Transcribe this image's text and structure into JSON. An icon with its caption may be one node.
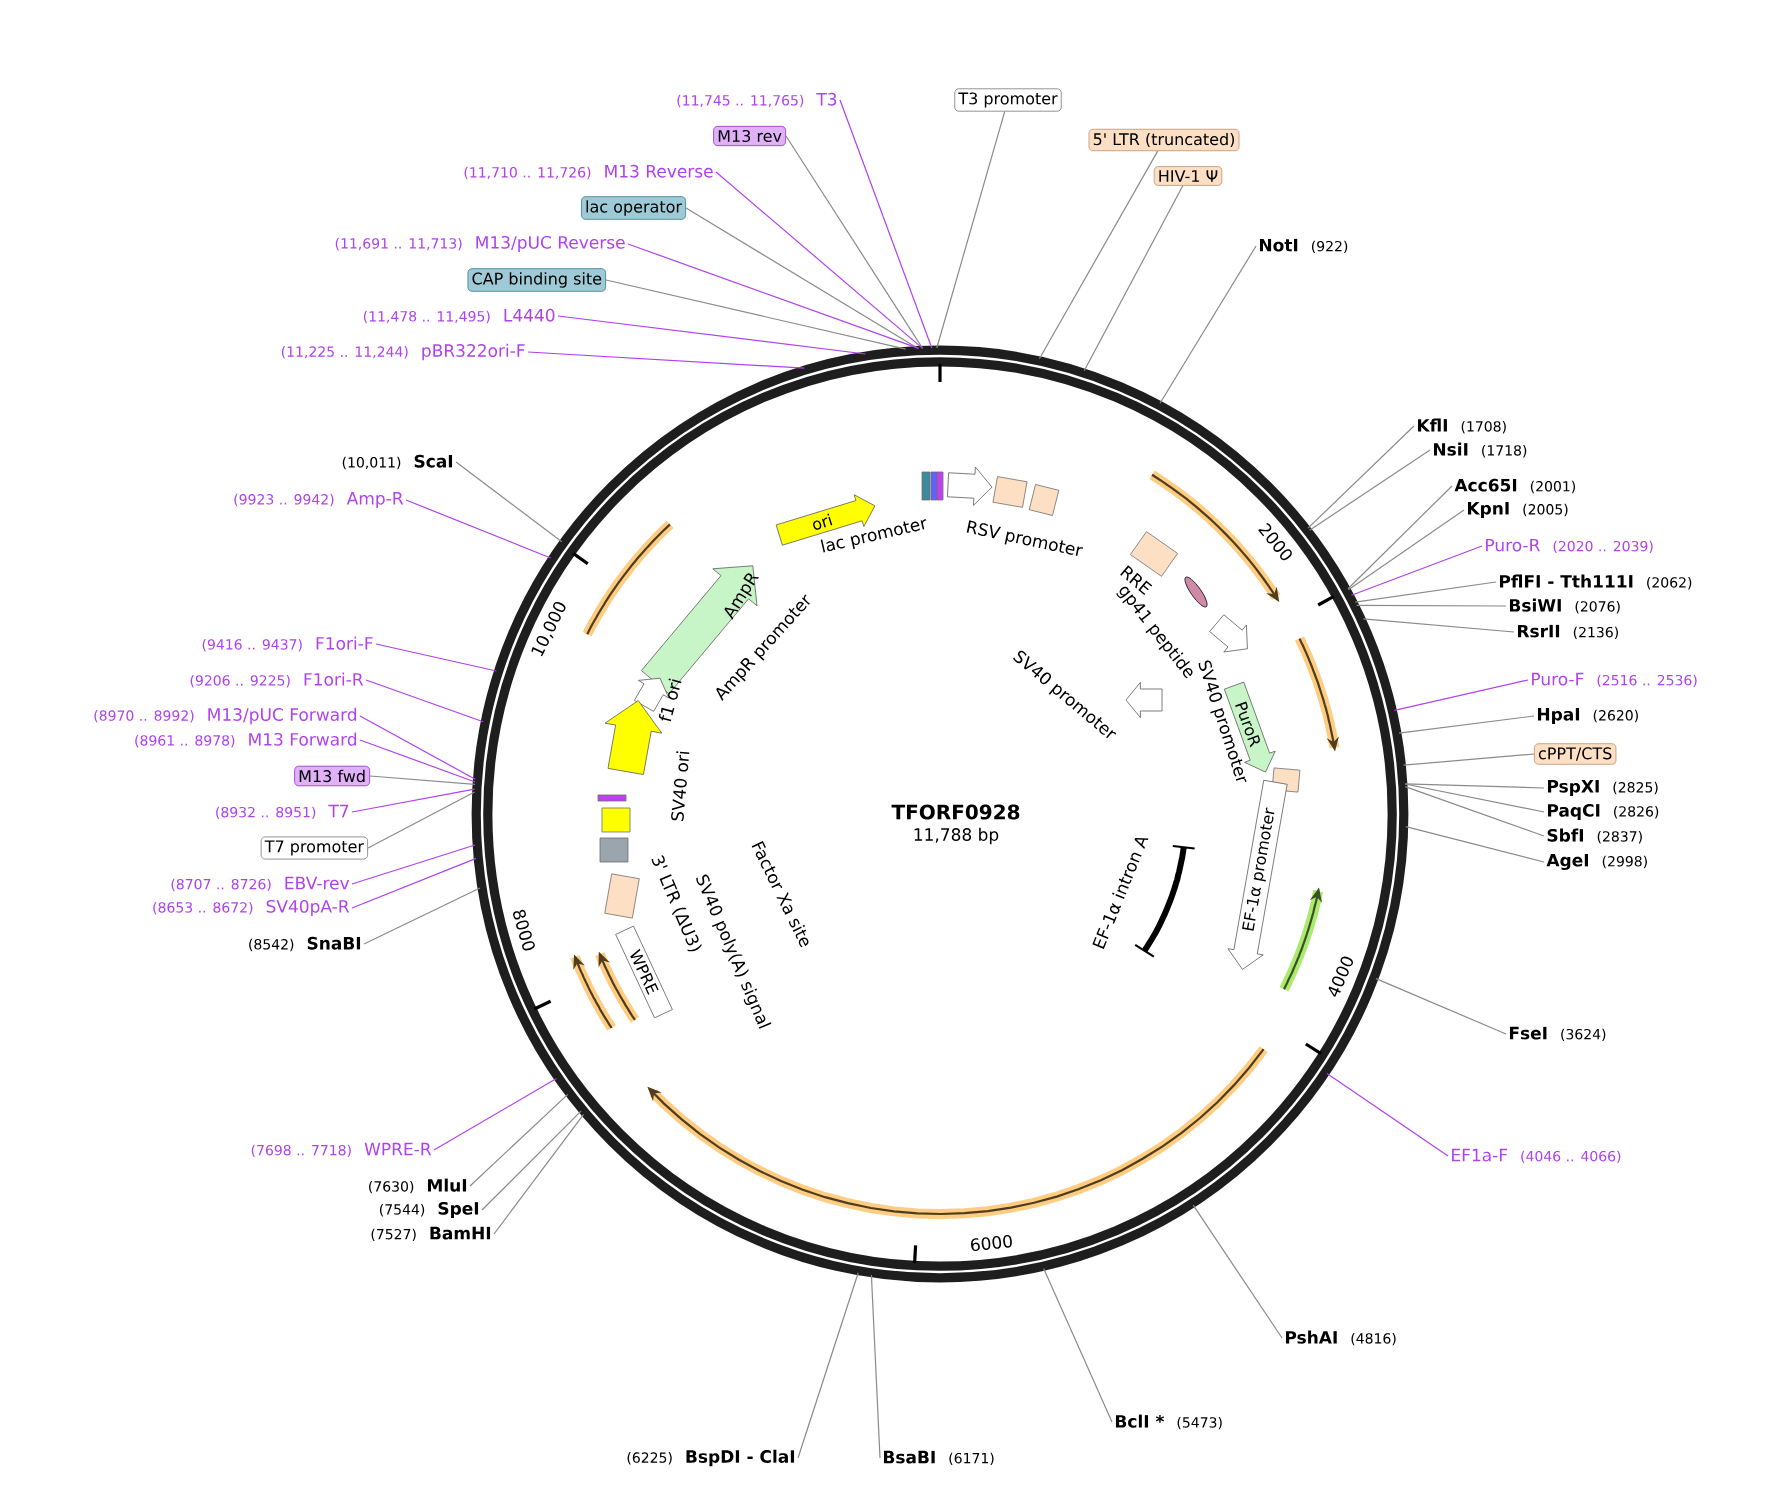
{
  "diagram": {
    "title": "TFORF0928",
    "nodes": [
      {
        "text": [
          "(11,745 .. 11,765)",
          "T3"
        ]
      },
      {
        "text": [
          "M13 rev"
        ]
      },
      {
        "text": [
          "(11,710 .. 11,726)",
          "M13 Reverse"
        ]
      },
      {
        "text": [
          "lac operator"
        ]
      },
      {
        "text": [
          "(11,691 .. 11,713)",
          "M13/pUC Reverse"
        ]
      },
      {
        "text": [
          "CAP binding site"
        ]
      },
      {
        "text": [
          "(11,478 .. 11,495)",
          "L4440"
        ]
      },
      {
        "text": [
          "(11,225 .. 11,244)",
          "pBR322ori-F"
        ]
      },
      {
        "text": [
          "T3 promoter"
        ]
      },
      {
        "text": [
          "5' LTR (truncated)"
        ]
      },
      {
        "text": [
          "HIV-1 Ψ"
        ]
      },
      {
        "text": [
          "NotI",
          "(922)"
        ]
      },
      {
        "text": [
          "KflI",
          "(1708)"
        ]
      },
      {
        "text": [
          "NsiI",
          "(1718)"
        ]
      },
      {
        "text": [
          "Acc65I",
          "(2001)"
        ]
      },
      {
        "text": [
          "KpnI",
          "(2005)"
        ]
      },
      {
        "text": [
          "Puro-R",
          "(2020 .. 2039)"
        ]
      },
      {
        "text": [
          "PflFI - Tth111I",
          "(2062)"
        ]
      },
      {
        "text": [
          "BsiWI",
          "(2076)"
        ]
      },
      {
        "text": [
          "RsrII",
          "(2136)"
        ]
      },
      {
        "text": [
          "Puro-F",
          "(2516 .. 2536)"
        ]
      },
      {
        "text": [
          "HpaI",
          "(2620)"
        ]
      },
      {
        "text": [
          "cPPT/CTS"
        ]
      },
      {
        "text": [
          "PspXI",
          "(2825)"
        ]
      },
      {
        "text": [
          "PaqCI",
          "(2826)"
        ]
      },
      {
        "text": [
          "SbfI",
          "(2837)"
        ]
      },
      {
        "text": [
          "AgeI",
          "(2998)"
        ]
      },
      {
        "text": [
          "FseI",
          "(3624)"
        ]
      },
      {
        "text": [
          "EF1a-F",
          "(4046 .. 4066)"
        ]
      },
      {
        "text": [
          "PshAI",
          "(4816)"
        ]
      },
      {
        "text": [
          "BclI *",
          "(5473)"
        ]
      },
      {
        "text": [
          "BsaBI",
          "(6171)"
        ]
      },
      {
        "text": [
          "(6225)",
          "BspDI - ClaI"
        ]
      },
      {
        "text": [
          "(7527)",
          "BamHI"
        ]
      },
      {
        "text": [
          "(7544)",
          "SpeI"
        ]
      },
      {
        "text": [
          "(7630)",
          "MluI"
        ]
      },
      {
        "text": [
          "(7698 .. 7718)",
          "WPRE-R"
        ]
      },
      {
        "text": [
          "(8542)",
          "SnaBI"
        ]
      },
      {
        "text": [
          "(8653 .. 8672)",
          "SV40pA-R"
        ]
      },
      {
        "text": [
          "(8707 .. 8726)",
          "EBV-rev"
        ]
      },
      {
        "text": [
          "T7 promoter"
        ]
      },
      {
        "text": [
          "(8932 .. 8951)",
          "T7"
        ]
      },
      {
        "text": [
          "M13 fwd"
        ]
      },
      {
        "text": [
          "(8961 .. 8978)",
          "M13 Forward"
        ]
      },
      {
        "text": [
          "(8970 .. 8992)",
          "M13/pUC Forward"
        ]
      },
      {
        "text": [
          "(9206 .. 9225)",
          "F1ori-R"
        ]
      },
      {
        "text": [
          "(9416 .. 9437)",
          "F1ori-F"
        ]
      },
      {
        "text": [
          "(9923 .. 9942)",
          "Amp-R"
        ]
      },
      {
        "text": [
          "(10,011)",
          "ScaI"
        ]
      },
      {
        "text": [
          "ori"
        ]
      },
      {
        "text": [
          "PuroR"
        ]
      },
      {
        "text": [
          "EF-1α promoter"
        ]
      },
      {
        "text": [
          "WPRE"
        ]
      }
    ],
    "edges": [
      {
        "from": 0,
        "to": null,
        "arrow": "none",
        "color": "#b040f0"
      },
      {
        "from": 1,
        "to": null,
        "arrow": "none"
      },
      {
        "from": 2,
        "to": null,
        "arrow": "none",
        "color": "#b040f0"
      },
      {
        "from": 3,
        "to": null,
        "arrow": "none"
      },
      {
        "from": 4,
        "to": null,
        "arrow": "none",
        "color": "#b040f0"
      },
      {
        "from": 5,
        "to": null,
        "arrow": "none"
      },
      {
        "from": 6,
        "to": null,
        "arrow": "none",
        "color": "#b040f0"
      },
      {
        "from": 7,
        "to": null,
        "arrow": "none",
        "color": "#b040f0"
      },
      {
        "from": 8,
        "to": null,
        "arrow": "none"
      },
      {
        "from": 9,
        "to": null,
        "arrow": "none"
      },
      {
        "from": 10,
        "to": null,
        "arrow": "none"
      },
      {
        "from": 11,
        "to": null,
        "arrow": "none"
      },
      {
        "from": 12,
        "to": null,
        "arrow": "none"
      },
      {
        "from": 13,
        "to": null,
        "arrow": "none"
      },
      {
        "from": 14,
        "to": null,
        "arrow": "none"
      },
      {
        "from": 15,
        "to": null,
        "arrow": "none"
      },
      {
        "from": 16,
        "to": null,
        "arrow": "none",
        "color": "#b040f0"
      },
      {
        "from": 17,
        "to": null,
        "arrow": "none"
      },
      {
        "from": 18,
        "to": null,
        "arrow": "none"
      },
      {
        "from": 19,
        "to": null,
        "arrow": "none"
      },
      {
        "from": 20,
        "to": null,
        "arrow": "none",
        "color": "#b040f0"
      },
      {
        "from": 21,
        "to": null,
        "arrow": "none"
      },
      {
        "from": 22,
        "to": null,
        "arrow": "none"
      },
      {
        "from": 23,
        "to": null,
        "arrow": "none"
      },
      {
        "from": 24,
        "to": null,
        "arrow": "none"
      },
      {
        "from": 25,
        "to": null,
        "arrow": "none"
      },
      {
        "from": 26,
        "to": null,
        "arrow": "none"
      },
      {
        "from": 27,
        "to": null,
        "arrow": "none"
      },
      {
        "from": 28,
        "to": null,
        "arrow": "none",
        "color": "#b040f0"
      },
      {
        "from": 29,
        "to": null,
        "arrow": "none"
      },
      {
        "from": 30,
        "to": null,
        "arrow": "none"
      },
      {
        "from": 31,
        "to": null,
        "arrow": "none"
      },
      {
        "from": 32,
        "to": null,
        "arrow": "none"
      },
      {
        "from": 33,
        "to": null,
        "arrow": "none"
      },
      {
        "from": 34,
        "to": null,
        "arrow": "none"
      },
      {
        "from": 35,
        "to": null,
        "arrow": "none"
      },
      {
        "from": 36,
        "to": null,
        "arrow": "none",
        "color": "#b040f0"
      },
      {
        "from": 37,
        "to": null,
        "arrow": "none"
      },
      {
        "from": 38,
        "to": null,
        "arrow": "none",
        "color": "#b040f0"
      },
      {
        "from": 39,
        "to": null,
        "arrow": "none",
        "color": "#b040f0"
      },
      {
        "from": 40,
        "to": null,
        "arrow": "none"
      },
      {
        "from": 41,
        "to": null,
        "arrow": "none",
        "color": "#b040f0"
      },
      {
        "from": 42,
        "to": null,
        "arrow": "none"
      },
      {
        "from": 43,
        "to": null,
        "arrow": "none",
        "color": "#b040f0"
      },
      {
        "from": 44,
        "to": null,
        "arrow": "none",
        "color": "#b040f0"
      },
      {
        "from": 45,
        "to": null,
        "arrow": "none",
        "color": "#b040f0"
      },
      {
        "from": 46,
        "to": null,
        "arrow": "none",
        "color": "#b040f0"
      },
      {
        "from": 47,
        "to": null,
        "arrow": "none",
        "color": "#b040f0"
      },
      {
        "from": 48,
        "to": null,
        "arrow": "none"
      }
    ],
    "labels": [
      "lac promoter",
      "RSV promoter",
      "RRE",
      "gp41 peptide",
      "SV40 promoter",
      "SV40 promoter",
      "AmpR",
      "AmpR promoter",
      "f1 ori",
      "SV40 ori",
      "SV40 poly(A) signal",
      "3' LTR (ΔU3)",
      "Factor Xa site",
      "EF-1α intron A",
      "11,788 bp",
      "2000",
      "4000",
      "6000",
      "8000",
      "10,000"
    ]
  }
}
